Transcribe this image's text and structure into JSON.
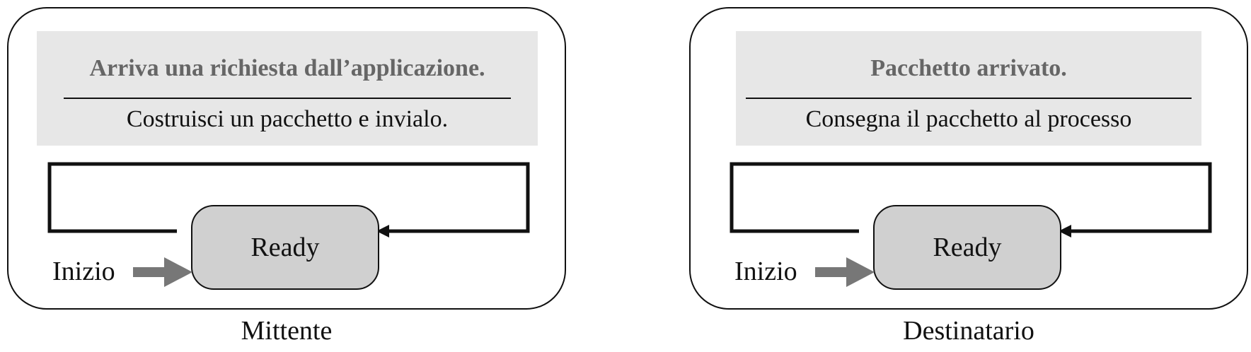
{
  "sender": {
    "event": "Arriva una richiesta dall’applicazione.",
    "action": "Costruisci un pacchetto e invialo.",
    "state": "Ready",
    "start_label": "Inizio",
    "caption": "Mittente"
  },
  "receiver": {
    "event": "Pacchetto arrivato.",
    "action": "Consegna il pacchetto al processo",
    "state": "Ready",
    "start_label": "Inizio",
    "caption": "Destinatario"
  },
  "colors": {
    "event_box": "#e7e7e7",
    "event_title": "#666666",
    "state_fill": "#d0d0d0",
    "start_arrow": "#777777",
    "line": "#111111"
  }
}
